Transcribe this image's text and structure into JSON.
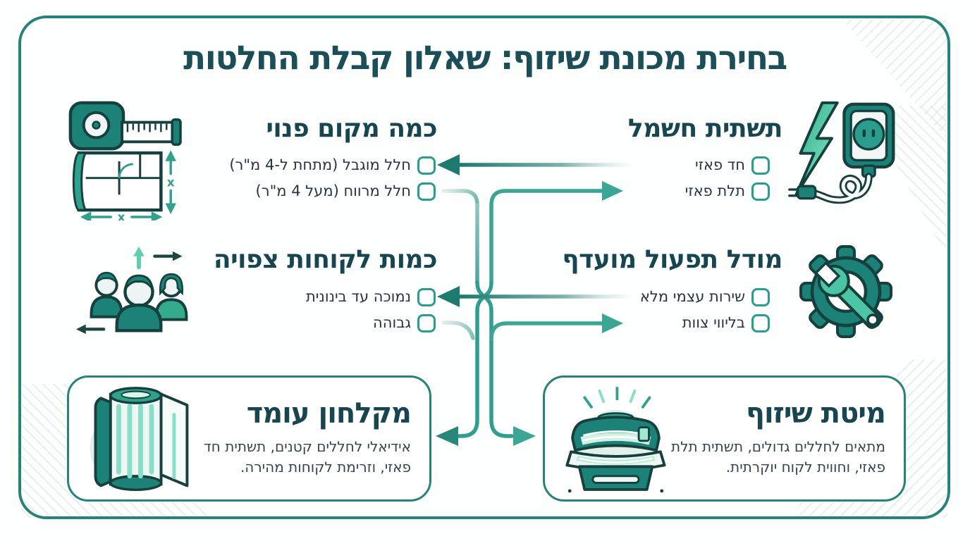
{
  "title": "בחירת מכונת שיזוף: שאלון קבלת החלטות",
  "sections": {
    "space": {
      "header": "כמה מקום פנוי",
      "icon": "tape-measure-floorplan-icon",
      "options": [
        {
          "label": "חלל מוגבל (מתחת ל-4 מ\"ר)",
          "checked": false
        },
        {
          "label": "חלל מרווח (מעל 4 מ\"ר)",
          "checked": false
        }
      ]
    },
    "power": {
      "header": "תשתית חשמל",
      "icon": "electric-plug-icon",
      "options": [
        {
          "label": "חד פאזי",
          "checked": false
        },
        {
          "label": "תלת פאזי",
          "checked": false
        }
      ]
    },
    "customers": {
      "header": "כמות לקוחות צפויה",
      "icon": "people-icon",
      "options": [
        {
          "label": "נמוכה עד בינונית",
          "checked": false
        },
        {
          "label": "גבוהה",
          "checked": false
        }
      ]
    },
    "operation": {
      "header": "מודל תפעול מועדף",
      "icon": "gear-wrench-icon",
      "options": [
        {
          "label": "שירות עצמי מלא",
          "checked": false
        },
        {
          "label": "בליווי צוות",
          "checked": false
        }
      ]
    }
  },
  "results": {
    "booth": {
      "title": "מקלחון עומד",
      "description": "אידיאלי לחללים קטנים, תשתית חד פאזי, וזרימת לקוחות מהירה.",
      "icon": "standing-booth-icon"
    },
    "bed": {
      "title": "מיטת שיזוף",
      "description": "מתאים לחללים גדולים, תשתית תלת פאזי, וחווית לקוח יוקרתית.",
      "icon": "tanning-bed-icon"
    }
  },
  "colors": {
    "accent": "#1c8176",
    "accent_dark": "#15403d",
    "arrow_teal": "#2f9e8e",
    "checkbox_border": "#2a9d8f",
    "frame_border": "#26837a",
    "title_text": "#1b4e57",
    "body_text": "#2a343c",
    "mint": "#86dfc6",
    "pale_pattern": "#dfe9e7"
  }
}
